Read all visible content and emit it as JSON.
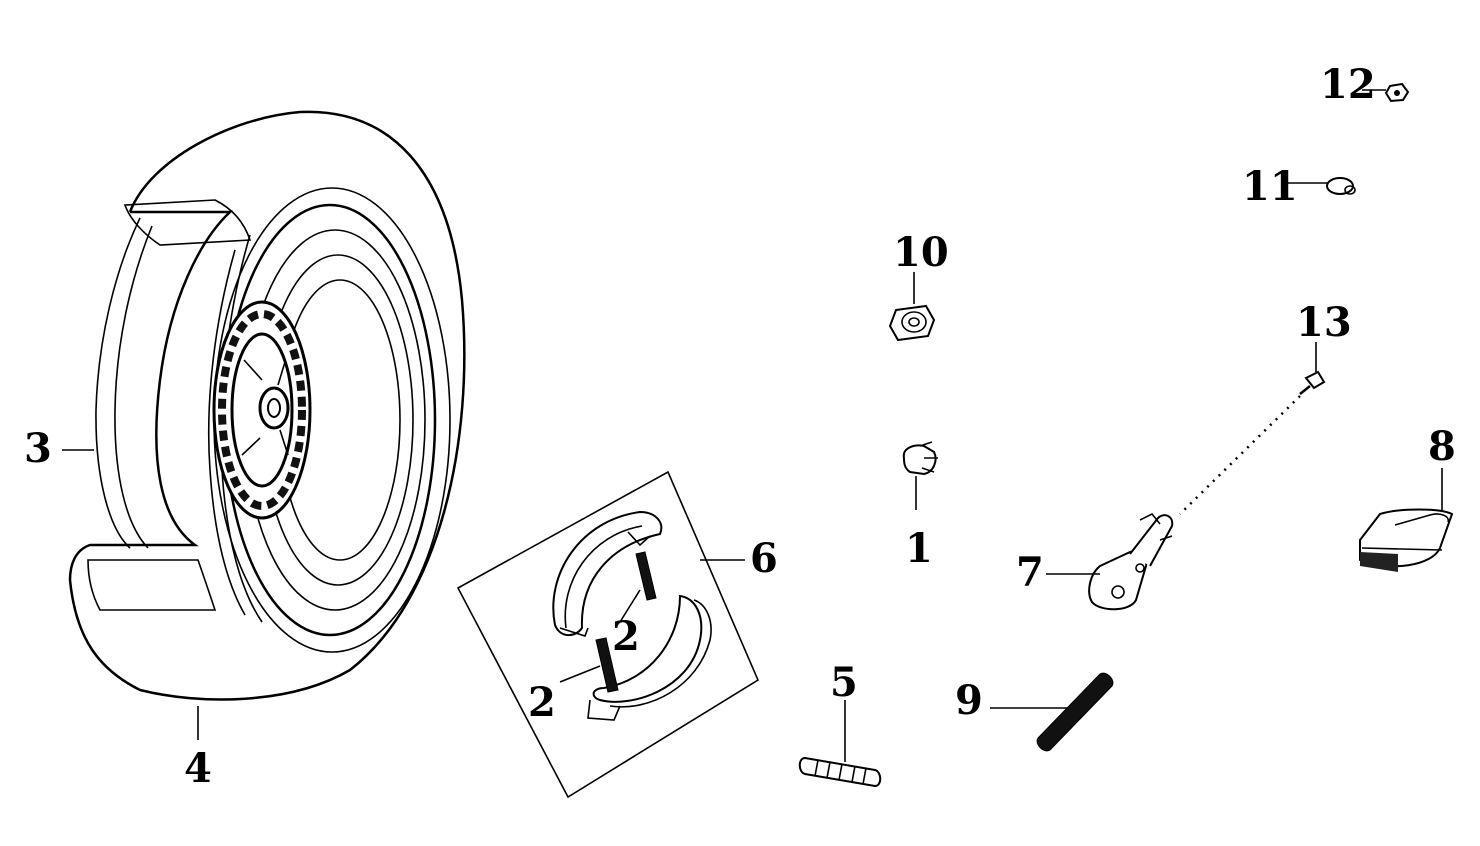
{
  "diagram": {
    "callouts": {
      "c1": "1",
      "c2a": "2",
      "c2b": "2",
      "c3": "3",
      "c4": "4",
      "c5": "5",
      "c6": "6",
      "c7": "7",
      "c8": "8",
      "c9": "9",
      "c10": "10",
      "c11": "11",
      "c12": "12",
      "c13": "13"
    },
    "parts": [
      "rear-wheel-tire",
      "sprocket-hub",
      "brake-shoe-set",
      "brake-spring",
      "valve-cap",
      "axle-bolt",
      "brake-arm",
      "rubber-pad",
      "rod",
      "flange-nut",
      "dome-nut",
      "small-nut",
      "screw"
    ]
  }
}
